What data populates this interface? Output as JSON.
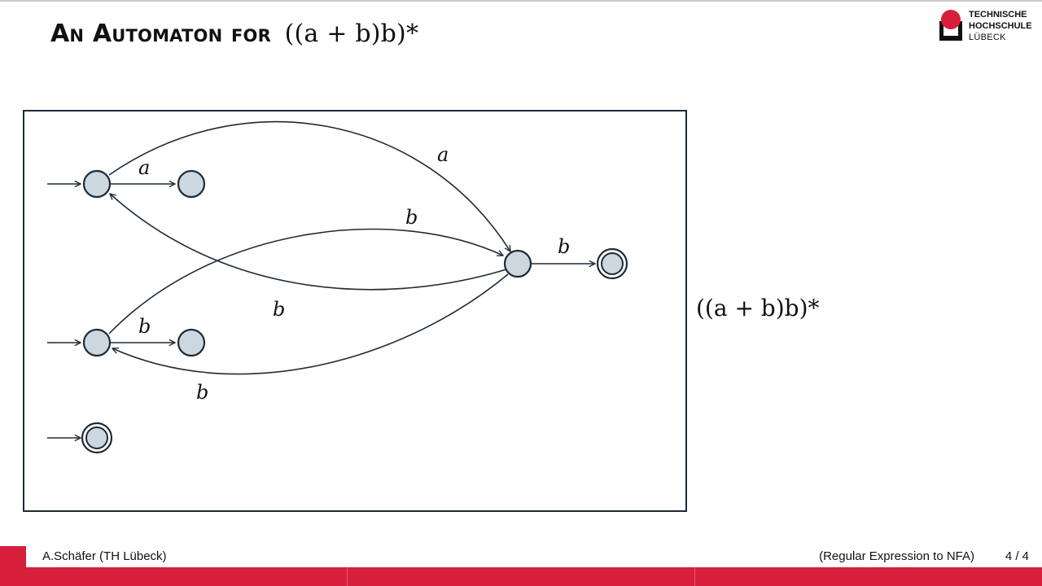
{
  "slide": {
    "title_text": "An Automaton for",
    "title_expression": "((a + b)b)*"
  },
  "logo": {
    "line1": "TECHNISCHE",
    "line2": "HOCHSCHULE",
    "line3": "LÜBECK",
    "brand_color": "#d71f3c"
  },
  "diagram": {
    "edge_labels": {
      "a_short": "a",
      "a_long": "a",
      "b_upper": "b",
      "b_to_accept": "b",
      "b_back_top": "b",
      "b_short": "b",
      "b_back_bottom": "b"
    },
    "state_fill": "#cdd7e0",
    "stroke_color": "#1d2b36"
  },
  "side_expression": "((a + b)b)*",
  "footer": {
    "author": "A.Schäfer  (TH Lübeck)",
    "section": "(Regular Expression to NFA)",
    "page": "4 / 4"
  }
}
